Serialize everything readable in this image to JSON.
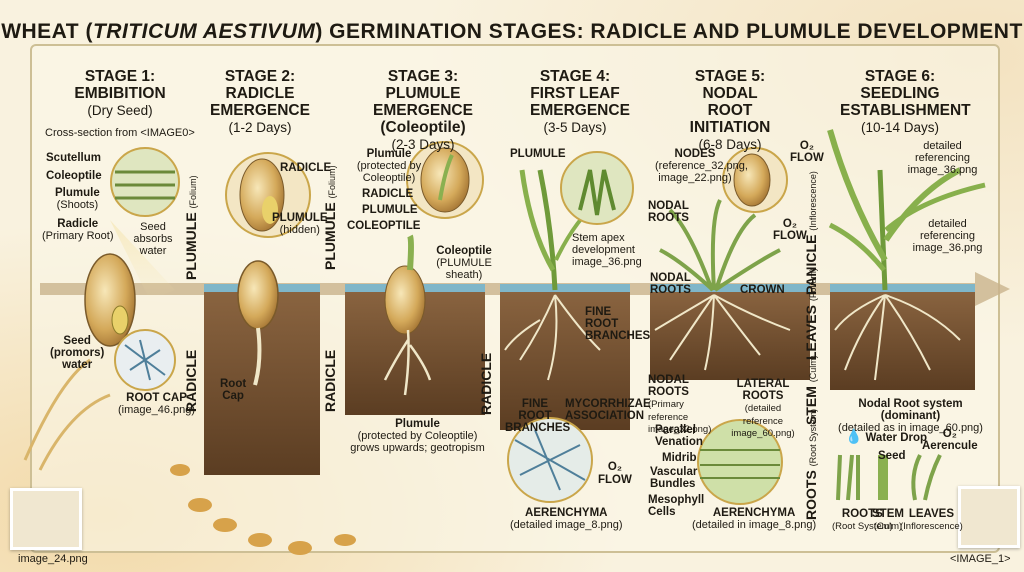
{
  "title": {
    "prefix": "WHEAT (",
    "species": "TRITICUM AESTIVUM",
    "suffix": ") GERMINATION STAGES: RADICLE AND PLUMULE DEVELOPMENT"
  },
  "stages": [
    {
      "head": "STAGE 1:",
      "name": "EMBIBITION",
      "sub": "(Dry Seed)"
    },
    {
      "head": "STAGE 2:",
      "name": "RADICLE EMERGENCE",
      "sub": "(1-2 Days)"
    },
    {
      "head": "STAGE 3:",
      "name": "PLUMULE EMERGENCE",
      "sub": "(Coleoptile)",
      "sub2": "(2-3 Days)"
    },
    {
      "head": "STAGE 4:",
      "name": "FIRST LEAF EMERGENCE",
      "sub": "(3-5 Days)"
    },
    {
      "head": "STAGE 5:",
      "name": "NODAL ROOT INITIATION",
      "sub": "(6-8 Days)"
    },
    {
      "head": "STAGE 6:",
      "name": "SEEDLING ESTABLISHMENT",
      "sub": "(10-14 Days)"
    }
  ],
  "s1": {
    "cross": "Cross-section from <IMAGE0>",
    "scutellum": "Scutellum",
    "coleoptile": "Coleoptile",
    "plumule": "Plumule",
    "shoots": "(Shoots)",
    "radicle": "Radicle",
    "primary_root": "(Primary Root)",
    "absorbs": "Seed absorbs water",
    "seed": "Seed",
    "promors": "(promors)",
    "water": "water",
    "root_cap": "ROOT CAP",
    "root_cap_ref": "(image_46.png)"
  },
  "s2": {
    "radicle": "RADICLE",
    "plumule": "PLUMULE",
    "hidden": "(hidden)",
    "root": "Root",
    "cap": "Cap"
  },
  "s3": {
    "plumule": "Plumule",
    "protected": "(protected by Coleoptile)",
    "radicle": "RADICLE",
    "plumule2": "PLUMULE",
    "coleoptile": "COLEOPTILE",
    "coleoptile2": "Coleoptile",
    "sheath": "(PLUMULE sheath)",
    "bottom1": "Plumule",
    "bottom2": "(protected by Coleoptile)",
    "bottom3": "grows upwards; geotropism"
  },
  "s4": {
    "plumule": "PLUMULE",
    "stem_apex": "Stem apex development image_36.png",
    "fine_root": "FINE ROOT BRANCHES",
    "fine_root2": "FINE ROOT BRANCHES",
    "mycorrhizae": "MYCORRHIZAE ASSOCIATION",
    "o2": "O₂",
    "flow": "FLOW",
    "aerenchyma": "AERENCHYMA",
    "aeren_ref": "(detailed image_8.png)"
  },
  "s5": {
    "nodes": "NODES",
    "nodes_ref": "(reference_32.png, image_22.png)",
    "o2": "O₂",
    "flow": "FLOW",
    "o2b": "O₂",
    "flowb": "FLOW",
    "nodal_roots": "NODAL ROOTS",
    "nodal_roots2": "NODAL ROOTS",
    "crown": "CROWN",
    "nodal_roots3": "NODAL ROOTS",
    "nodal_ref": "(Primary reference image_32.png)",
    "lateral": "LATERAL ROOTS",
    "lateral_ref": "(detailed reference image_60.png)",
    "parallel": "Parallel Venation",
    "midrib": "Midrib",
    "vascular": "Vascular Bundles",
    "mesophyll": "Mesophyll Cells",
    "aerenchyma": "AERENCHYMA",
    "aeren_ref": "(detailed in image_8.png)"
  },
  "s6": {
    "ref1": "detailed referencing image_36.png",
    "ref2": "detailed referencing image_36.png",
    "nodal": "Nodal Root system (dominant)",
    "nodal_ref": "(detailed as in image_60.png)",
    "water_drop": "Water Drop",
    "o2": "O₂",
    "aerencule": "Aerencule",
    "seed": "Seed",
    "roots": "ROOTS",
    "roots_sub": "(Root System)",
    "stem": "STEM",
    "stem_sub": "(Culm)",
    "leaves": "LEAVES",
    "leaves_sub": "(Inflorescence)"
  },
  "vertical": {
    "plumule_folium": "PLUMULE",
    "folium": "(Folium)",
    "radicle": "RADICLE",
    "panicle": "PANICLE",
    "inflorescence": "(Inflorescence)",
    "leaves": "LEAVES",
    "folium2": "(Folium)",
    "stem": "STEM",
    "culm": "(Culm)",
    "roots": "ROOTS",
    "root_system": "(Root System)"
  },
  "captions": {
    "left": "image_24.png",
    "right": "<IMAGE_1>"
  },
  "colors": {
    "soil": "#6b4a2c",
    "water": "#7fb6c9",
    "leaf": "#7ea34a",
    "seed": "#c99a4a",
    "frame": "#cdbf95"
  }
}
